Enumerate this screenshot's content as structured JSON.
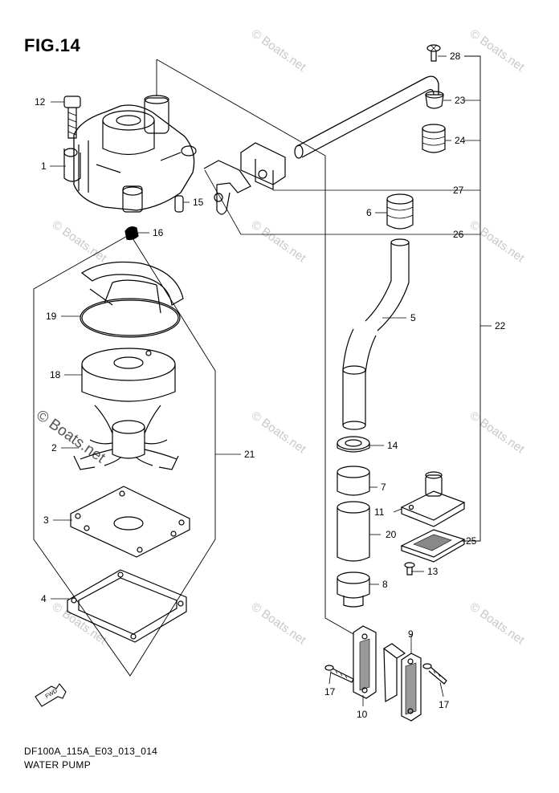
{
  "figure": {
    "title": "FIG.14"
  },
  "footer": {
    "model_code": "DF100A_115A_E03_013_014",
    "caption": "WATER PUMP"
  },
  "watermark": {
    "text": "© Boats.net",
    "color": "#c8c8c8"
  },
  "callouts": {
    "n1": "1",
    "n2": "2",
    "n3": "3",
    "n4": "4",
    "n5": "5",
    "n6": "6",
    "n7": "7",
    "n8": "8",
    "n9": "9",
    "n10": "10",
    "n11": "11",
    "n12": "12",
    "n13": "13",
    "n15": "15",
    "n16": "16",
    "n17a": "17",
    "n17b": "17",
    "n18": "18",
    "n19": "19",
    "n20": "20",
    "n21": "21",
    "n22": "22",
    "n23": "23",
    "n24": "24",
    "n25": "25",
    "n26": "26",
    "n27": "27",
    "n28": "28",
    "n14": "14"
  },
  "fwd_icon": "fwd-arrow-icon"
}
